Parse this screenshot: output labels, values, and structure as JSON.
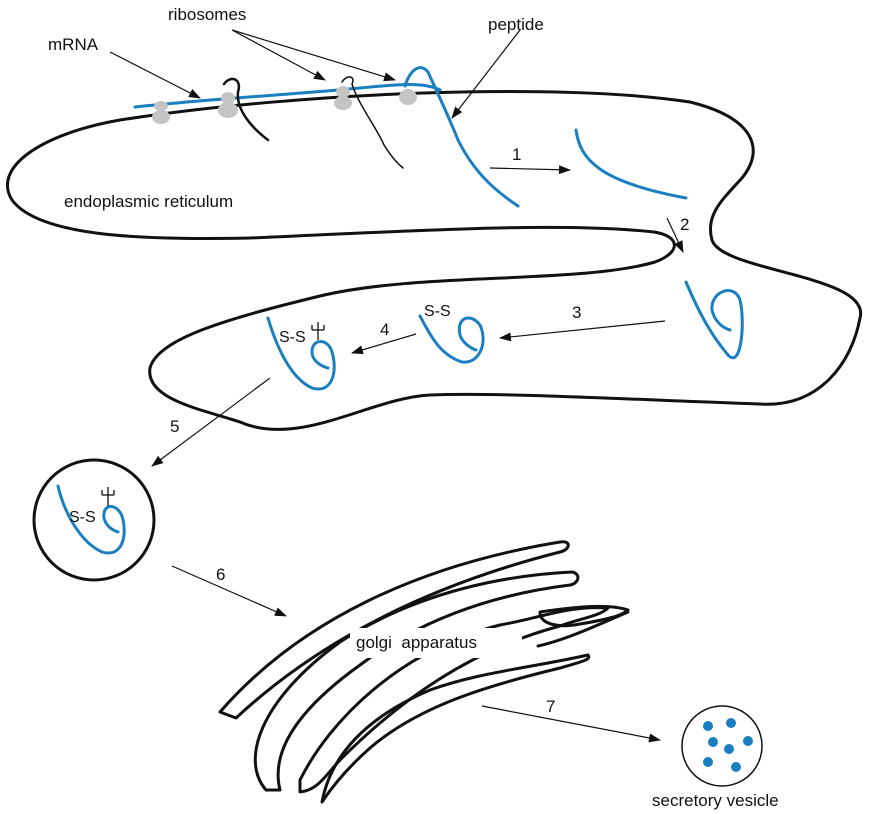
{
  "labels": {
    "ribosomes": "ribosomes",
    "mrna": "mRNA",
    "peptide": "peptide",
    "er": "endoplasmic reticulum",
    "golgi": "golgi  apparatus",
    "vesicle": "secretory vesicle"
  },
  "steps": [
    "1",
    "2",
    "3",
    "4",
    "5",
    "6",
    "7"
  ],
  "disulfide": "S-S",
  "colors": {
    "peptide": "#1a7fc1",
    "membrane": "#111111",
    "ribosome": "#c4c4c4"
  }
}
